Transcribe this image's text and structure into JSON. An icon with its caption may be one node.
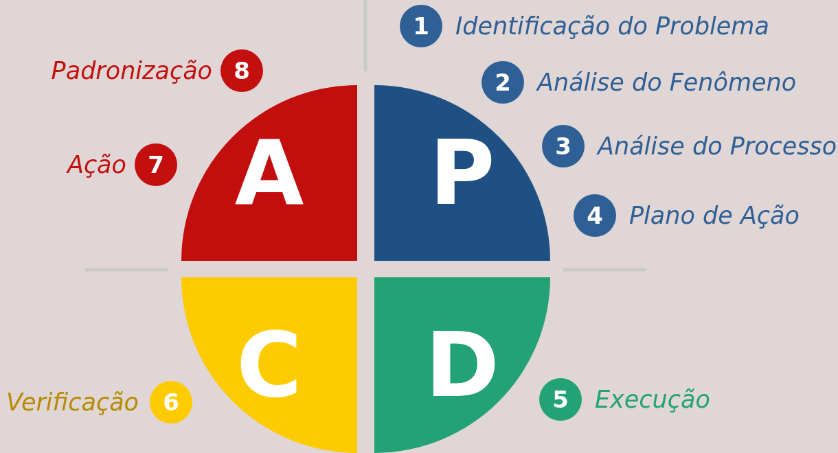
{
  "diagram": {
    "nodes": [
      {
        "text": [
          "1"
        ],
        "beside": [
          "Identificação do Problema"
        ]
      },
      {
        "text": [
          "2"
        ],
        "beside": [
          "Análise do Fenômeno"
        ]
      },
      {
        "text": [
          "3"
        ],
        "beside": [
          "Análise do Processo"
        ]
      },
      {
        "text": [
          "4"
        ],
        "beside": [
          "Plano de Ação"
        ]
      },
      {
        "text": [
          "5"
        ],
        "beside": [
          "Execução"
        ]
      },
      {
        "text": [
          "6"
        ],
        "beside": [
          "Verificação"
        ]
      },
      {
        "text": [
          "7"
        ],
        "beside": [
          "Ação"
        ]
      },
      {
        "text": [
          "8"
        ],
        "beside": [
          "Padronização"
        ]
      },
      {
        "text": [
          "A"
        ]
      },
      {
        "text": [
          "P"
        ]
      },
      {
        "text": [
          "C"
        ]
      },
      {
        "text": [
          "D"
        ]
      }
    ]
  }
}
